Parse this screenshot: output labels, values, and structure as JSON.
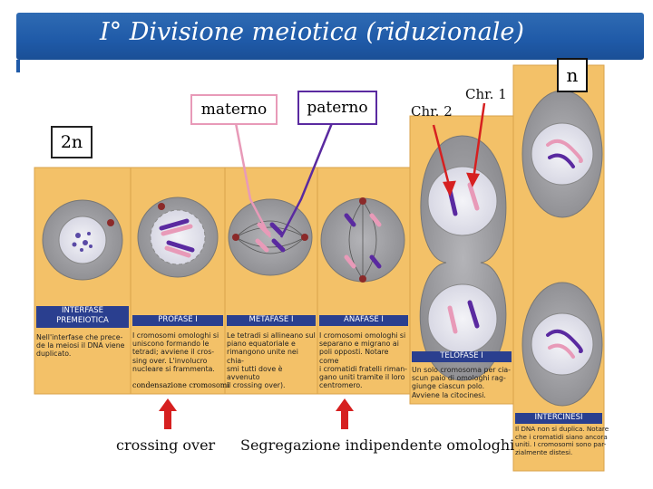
{
  "slide": {
    "title": "I° Divisione meiotica (riduzionale)"
  },
  "annotations": {
    "materno": "materno",
    "paterno": "paterno",
    "chr1": "Chr. 1",
    "chr2": "Chr. 2",
    "two_n": "2n",
    "n": "n",
    "condensazione": "condensazione cromosomi",
    "crossing_over": "crossing over",
    "segregazione": "Segregazione indipendente omologhi"
  },
  "panels": [
    {
      "label": "INTERFASE\nPREMEIOTICA",
      "text": "Nell'interfase che prece-\nde la meiosi il DNA viene\nduplicato."
    },
    {
      "label": "PROFASE I",
      "text": "I cromosomi omologhi si\nuniscono formando le\ntetradi; avviene il cros-\nsing over. L'involucro\nnucleare si frammenta."
    },
    {
      "label": "METAFASE I",
      "text": "Le tetradi si allineano sul\npiano equatoriale e\nrimangono unite nei chia-\nsmi tutti dove è avvenuto\nil crossing over)."
    },
    {
      "label": "ANAFASE I",
      "text": "I cromosomi omologhi si\nseparano e migrano ai\npoli opposti. Notare come\ni cromatidi fratelli riman-\ngano uniti tramite il loro\ncentromero."
    },
    {
      "label": "TELOFASE I",
      "text": "Un solo cromosoma per cia-\nscun paio di omologhi rag-\ngiunge ciascun polo.\nAvviene la citocinesi."
    },
    {
      "label": "INTERCINESI",
      "text": "Il DNA non si duplica. Notare\nche i cromatidi siano ancora\nuniti. I cromosomi sono par-\nzialmente distesi."
    }
  ],
  "colors": {
    "title_bg": "#1f5aa8",
    "panel_bg": "#f3c168",
    "cell_gray": "#9a9a9e",
    "maternal": "#e89ab8",
    "paternal": "#5a2aa0",
    "arrow_red": "#d62020"
  }
}
